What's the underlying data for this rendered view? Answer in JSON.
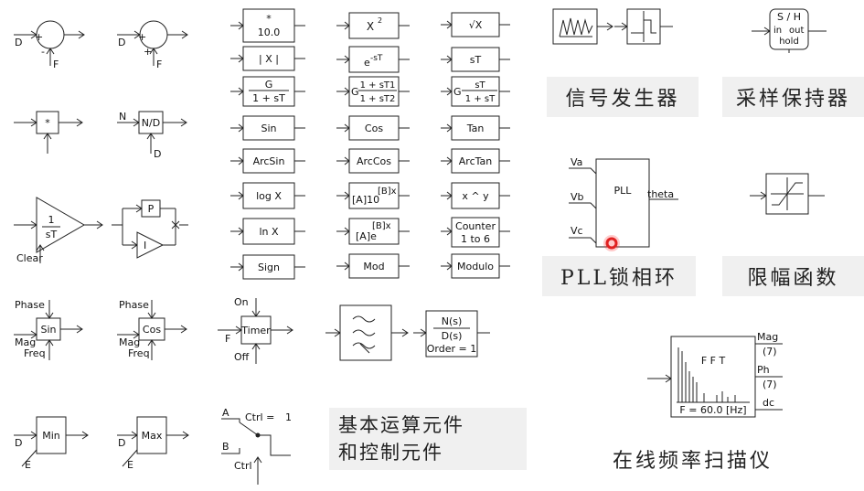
{
  "captions": {
    "signal_generator": "信号发生器",
    "sample_hold": "采样保持器",
    "pll": "PLL锁相环",
    "limiter": "限幅函数",
    "basic_line1": "基本运算元件",
    "basic_line2": "和控制元件",
    "fft": "在线频率扫描仪"
  },
  "summers": [
    {
      "in_left": "D",
      "sign_left": "+",
      "sign_bottom": "-",
      "in_bottom": "F"
    },
    {
      "in_left": "D",
      "sign_left": "+",
      "sign_bottom": "+",
      "in_bottom": "F"
    }
  ],
  "multiplier": {
    "label": "*"
  },
  "divider": {
    "label": "N/D",
    "in_n": "N",
    "in_d": "D"
  },
  "integrator": {
    "num": "1",
    "den": "sT",
    "clear": "Clear"
  },
  "pi_controller": {
    "p": "P",
    "i": "I"
  },
  "trig_generators": [
    {
      "label": "Sin",
      "phase": "Phase",
      "mag": "Mag",
      "freq": "Freq"
    },
    {
      "label": "Cos",
      "phase": "Phase",
      "mag": "Mag",
      "freq": "Freq"
    }
  ],
  "min_max": [
    {
      "label": "Min",
      "in_d": "D",
      "in_e": "E"
    },
    {
      "label": "Max",
      "in_d": "D",
      "in_e": "E"
    }
  ],
  "function_blocks": {
    "col1": [
      {
        "line1": "*",
        "line2": "10.0"
      },
      {
        "line1": "| X |"
      },
      {
        "line1": "G",
        "line2": "1 + sT"
      },
      {
        "line1": "Sin"
      },
      {
        "line1": "ArcSin"
      },
      {
        "line1": "log X"
      },
      {
        "line1": "ln X"
      },
      {
        "line1": "Sign"
      }
    ],
    "col2": [
      {
        "line1": "X",
        "sup": "2"
      },
      {
        "line1": "e",
        "sup": "-sT"
      },
      {
        "pre": "G",
        "line1": "1 + sT1",
        "line2": "1 + sT2"
      },
      {
        "line1": "Cos"
      },
      {
        "line1": "ArcCos"
      },
      {
        "line1": "[A]10",
        "sup": "[B]x"
      },
      {
        "line1": "[A]e",
        "sup": "[B]x"
      },
      {
        "line1": "Mod"
      }
    ],
    "col3": [
      {
        "line1": "√X"
      },
      {
        "line1": "sT"
      },
      {
        "pre": "G",
        "line1": "sT",
        "line2": "1 + sT"
      },
      {
        "line1": "Tan"
      },
      {
        "line1": "ArcTan"
      },
      {
        "line1": "x ^ y"
      },
      {
        "line1": "Counter",
        "line2": "1 to 6"
      },
      {
        "line1": "Modulo"
      }
    ]
  },
  "timer": {
    "label": "Timer",
    "on": "On",
    "off": "Off",
    "f": "F"
  },
  "transfer_fn": {
    "num": "N(s)",
    "den": "D(s)",
    "order": "Order = 1"
  },
  "switch": {
    "a": "A",
    "b": "B",
    "ctrl_eq": "Ctrl =",
    "ctrl_val": "1",
    "ctrl": "Ctrl"
  },
  "sample_hold_block": {
    "line1": "S / H",
    "in": "in",
    "out": "out",
    "hold": "hold"
  },
  "pll_block": {
    "label": "PLL",
    "va": "Va",
    "vb": "Vb",
    "vc": "Vc",
    "theta": "theta"
  },
  "fft_block": {
    "title": "F F T",
    "freq": "F = 60.0 [Hz]",
    "mag": "Mag",
    "mag_n": "(7)",
    "ph": "Ph",
    "ph_n": "(7)",
    "dc": "dc"
  },
  "colors": {
    "marker": "#e02020"
  }
}
